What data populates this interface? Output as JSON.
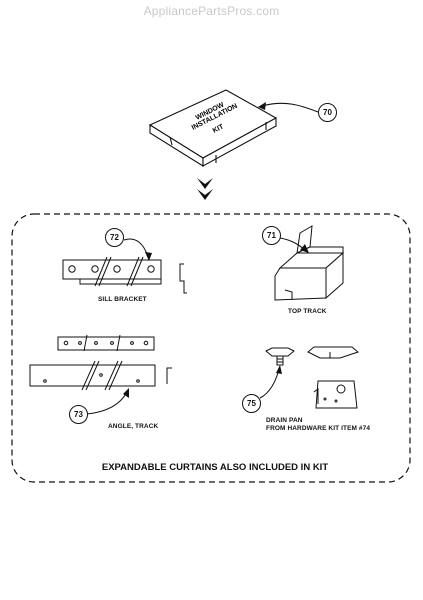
{
  "watermark": "AppliancePartsPros.com",
  "kit_box": {
    "text_lines": [
      "WINDOW",
      "INSTALLATION",
      "KIT"
    ]
  },
  "callouts": {
    "kit": "70",
    "sill_bracket": "72",
    "top_track": "71",
    "angle_track": "73",
    "drain_pan": "75"
  },
  "labels": {
    "sill_bracket": "SILL BRACKET",
    "top_track": "TOP TRACK",
    "angle_track": "ANGLE, TRACK",
    "drain_pan_line1": "DRAIN PAN",
    "drain_pan_line2": "FROM HARDWARE KIT ITEM #74"
  },
  "note": "EXPANDABLE CURTAINS ALSO INCLUDED IN KIT"
}
